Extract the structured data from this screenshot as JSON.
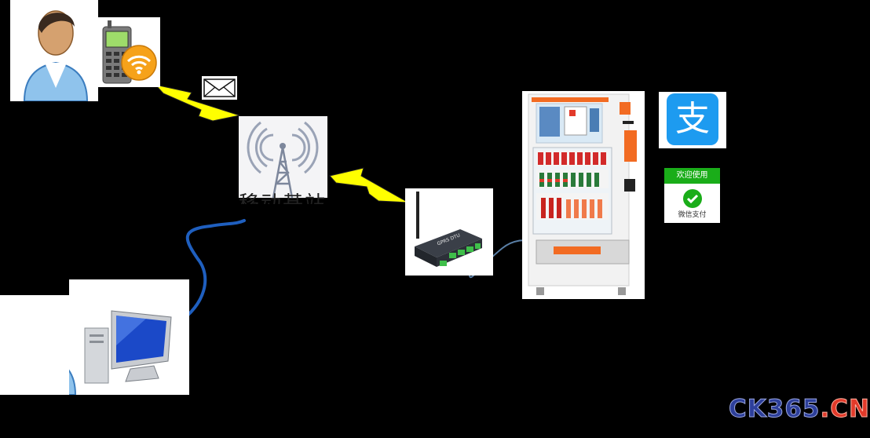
{
  "tower": {
    "label": "移动基站"
  },
  "router": {
    "label": "GPRS DTU"
  },
  "wechat_pay": {
    "header": "欢迎使用",
    "footer": "微信支付"
  },
  "alipay": {
    "icon": "alipay-icon",
    "glyph": "支"
  },
  "watermark": {
    "part1": "CK365",
    "part2": ".CN"
  },
  "colors": {
    "lightning": "#ffff00",
    "cable": "#1f5fbf",
    "wechat_green": "#1aad19",
    "alipay_blue": "#1d9bf0",
    "vending_orange": "#f26b22"
  }
}
